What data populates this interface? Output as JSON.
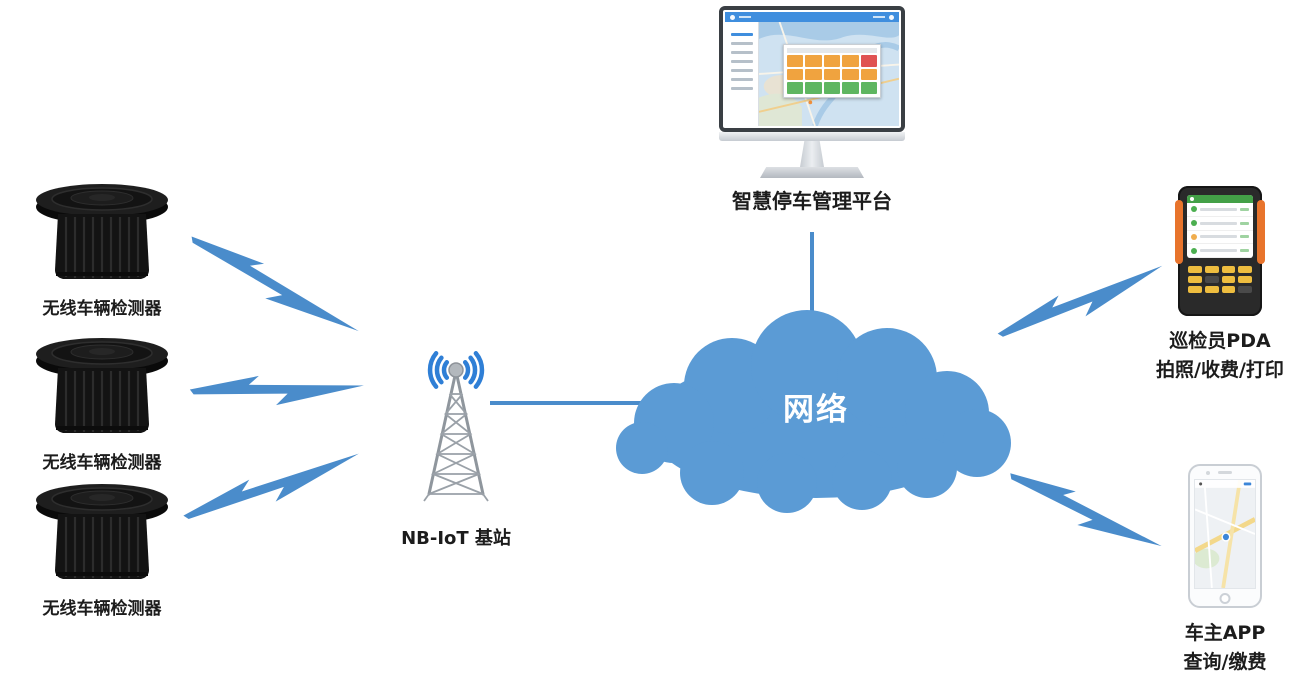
{
  "diagram": {
    "cloud": {
      "label": "网络",
      "fill": "#5b9bd5"
    },
    "base_station": {
      "label": "NB-IoT 基站"
    },
    "platform": {
      "label": "智慧停车管理平台"
    },
    "detectors": [
      {
        "label": "无线车辆检测器"
      },
      {
        "label": "无线车辆检测器"
      },
      {
        "label": "无线车辆检测器"
      }
    ],
    "pda": {
      "line1": "巡检员PDA",
      "line2": "拍照/收费/打印"
    },
    "app": {
      "line1": "车主APP",
      "line2": "查询/缴费"
    },
    "colors": {
      "connector": "#4a8ccb",
      "cloud": "#5b9bd5"
    },
    "icons": {
      "detector": "vehicle-detector-icon",
      "base_station": "antenna-tower-icon",
      "cloud": "network-cloud",
      "platform": "desktop-monitor-icon",
      "pda": "handheld-pda-icon",
      "app": "smartphone-icon"
    }
  }
}
